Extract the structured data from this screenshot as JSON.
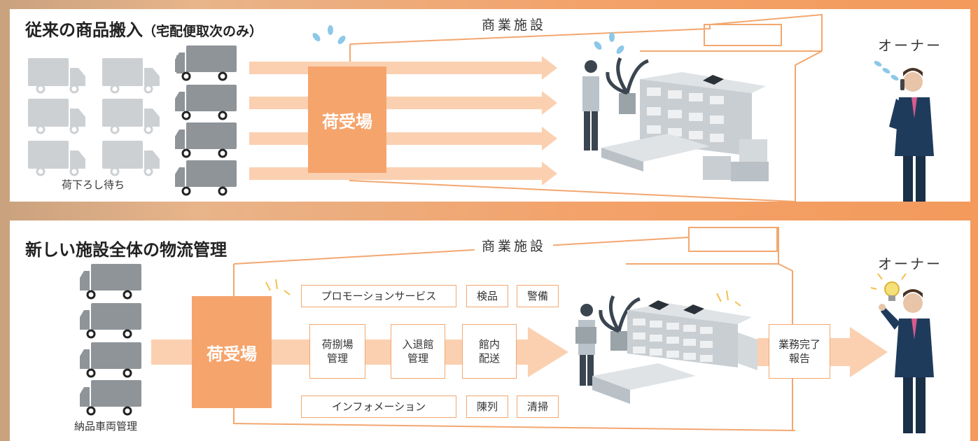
{
  "conventional": {
    "title": "従来の商品搬入",
    "subtitle": "（宅配便取次のみ）",
    "facility_label": "商業施設",
    "receiving_label": "荷受場",
    "waiting_caption": "荷下ろし待ち",
    "owner_label": "オーナー"
  },
  "new_model": {
    "title": "新しい施設全体の物流管理",
    "facility_label": "商業施設",
    "receiving_label": "荷受場",
    "vehicle_caption": "納品車両管理",
    "owner_label": "オーナー",
    "services_top": [
      "プロモーションサービス",
      "検品",
      "警備"
    ],
    "services_mid": [
      "荷捌場\n管理",
      "入退館\n管理",
      "館内\n配送"
    ],
    "services_bottom": [
      "インフォメーション",
      "陳列",
      "清掃"
    ],
    "report_label": "業務完了\n報告"
  },
  "colors": {
    "accent": "#f5a46c",
    "arrow": "#fbd0b0",
    "truck": "#8f9499",
    "truck_faded": "#cdd0d3"
  }
}
